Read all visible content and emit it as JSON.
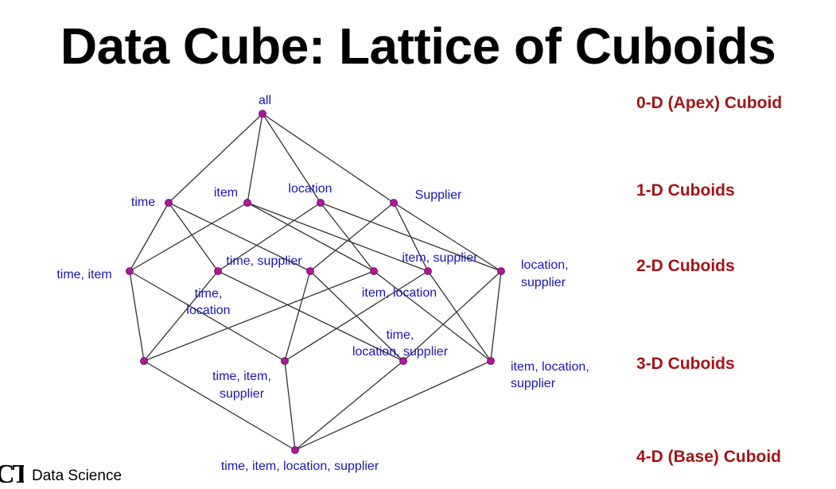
{
  "title": "Data Cube: Lattice of Cuboids",
  "colors": {
    "node": "#b0159b",
    "edge": "#333333",
    "label": "#1a16b0",
    "level": "#a31418"
  },
  "nodes": [
    {
      "id": "apex",
      "lines": [
        "all"
      ]
    },
    {
      "id": "time",
      "lines": [
        "time"
      ]
    },
    {
      "id": "item",
      "lines": [
        "item"
      ]
    },
    {
      "id": "location",
      "lines": [
        "location"
      ]
    },
    {
      "id": "supplier",
      "lines": [
        "Supplier"
      ]
    },
    {
      "id": "time-item",
      "lines": [
        "time, item"
      ]
    },
    {
      "id": "time-location",
      "lines": [
        "time,",
        "location"
      ]
    },
    {
      "id": "time-supplier",
      "lines": [
        "time, supplier"
      ]
    },
    {
      "id": "item-location",
      "lines": [
        "item, location"
      ]
    },
    {
      "id": "item-supplier",
      "lines": [
        "item, supplier"
      ]
    },
    {
      "id": "location-supplier",
      "lines": [
        "location,",
        "supplier"
      ]
    },
    {
      "id": "time-item-location",
      "lines": []
    },
    {
      "id": "time-item-supplier",
      "lines": [
        "time, item,",
        "supplier"
      ]
    },
    {
      "id": "time-location-supplier",
      "lines": [
        "time,",
        "location, supplier"
      ]
    },
    {
      "id": "item-location-supplier",
      "lines": [
        "item, location,",
        "supplier"
      ]
    },
    {
      "id": "base",
      "lines": [
        "time, item, location, supplier"
      ]
    }
  ],
  "edges": [
    [
      "apex",
      "time"
    ],
    [
      "apex",
      "item"
    ],
    [
      "apex",
      "location"
    ],
    [
      "apex",
      "supplier"
    ],
    [
      "time",
      "time-item"
    ],
    [
      "time",
      "time-location"
    ],
    [
      "time",
      "time-supplier"
    ],
    [
      "item",
      "time-item"
    ],
    [
      "item",
      "item-location"
    ],
    [
      "item",
      "item-supplier"
    ],
    [
      "location",
      "time-location"
    ],
    [
      "location",
      "item-location"
    ],
    [
      "location",
      "location-supplier"
    ],
    [
      "supplier",
      "time-supplier"
    ],
    [
      "supplier",
      "item-supplier"
    ],
    [
      "supplier",
      "location-supplier"
    ],
    [
      "time-item",
      "time-item-location"
    ],
    [
      "time-item",
      "time-item-supplier"
    ],
    [
      "time-location",
      "time-item-location"
    ],
    [
      "time-location",
      "time-location-supplier"
    ],
    [
      "time-supplier",
      "time-item-supplier"
    ],
    [
      "time-supplier",
      "time-location-supplier"
    ],
    [
      "item-location",
      "time-item-location"
    ],
    [
      "item-location",
      "item-location-supplier"
    ],
    [
      "item-supplier",
      "time-item-supplier"
    ],
    [
      "item-supplier",
      "item-location-supplier"
    ],
    [
      "location-supplier",
      "time-location-supplier"
    ],
    [
      "location-supplier",
      "item-location-supplier"
    ],
    [
      "time-item-location",
      "base"
    ],
    [
      "time-item-supplier",
      "base"
    ],
    [
      "time-location-supplier",
      "base"
    ],
    [
      "item-location-supplier",
      "base"
    ]
  ],
  "levels": [
    {
      "label": "0-D (Apex) Cuboid"
    },
    {
      "label": "1-D Cuboids"
    },
    {
      "label": "2-D Cuboids"
    },
    {
      "label": "3-D Cuboids"
    },
    {
      "label": "4-D (Base) Cuboid"
    }
  ],
  "footer": {
    "logo": "CT",
    "text": "Data Science"
  }
}
